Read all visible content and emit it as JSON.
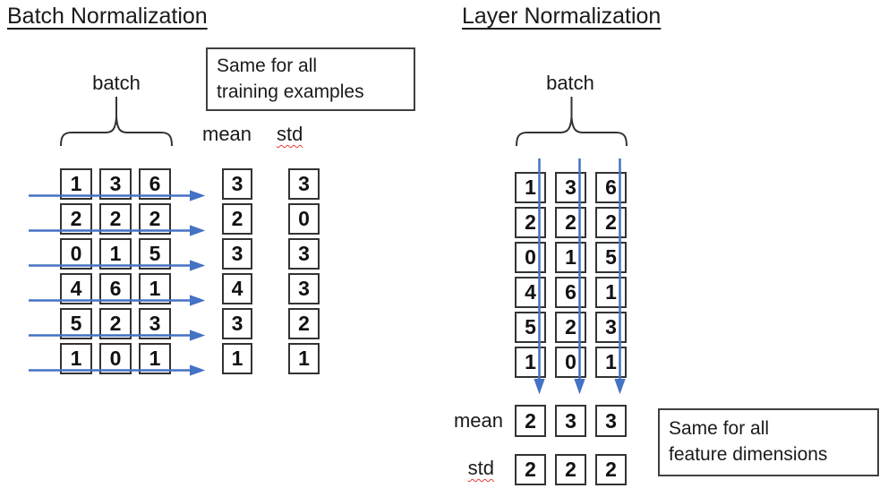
{
  "panels": {
    "batch_norm": {
      "title": "Batch Normalization",
      "batch_label": "batch",
      "note_line1": "Same for all",
      "note_line2": "training examples",
      "mean_label": "mean",
      "std_label": "std",
      "grid": [
        [
          1,
          3,
          6
        ],
        [
          2,
          2,
          2
        ],
        [
          0,
          1,
          5
        ],
        [
          4,
          6,
          1
        ],
        [
          5,
          2,
          3
        ],
        [
          1,
          0,
          1
        ]
      ],
      "mean": [
        3,
        2,
        3,
        4,
        3,
        1
      ],
      "std": [
        3,
        0,
        3,
        3,
        2,
        1
      ]
    },
    "layer_norm": {
      "title": "Layer Normalization",
      "batch_label": "batch",
      "note_line1": "Same for all",
      "note_line2": "feature dimensions",
      "mean_label": "mean",
      "std_label": "std",
      "grid": [
        [
          1,
          3,
          6
        ],
        [
          2,
          2,
          2
        ],
        [
          0,
          1,
          5
        ],
        [
          4,
          6,
          1
        ],
        [
          5,
          2,
          3
        ],
        [
          1,
          0,
          1
        ]
      ],
      "mean": [
        2,
        3,
        3
      ],
      "std": [
        2,
        2,
        2
      ]
    }
  },
  "colors": {
    "arrow": "#4472C4",
    "border": "#333333",
    "text": "#1a1a1a",
    "squiggle": "#e03a3a",
    "background": "#ffffff"
  }
}
